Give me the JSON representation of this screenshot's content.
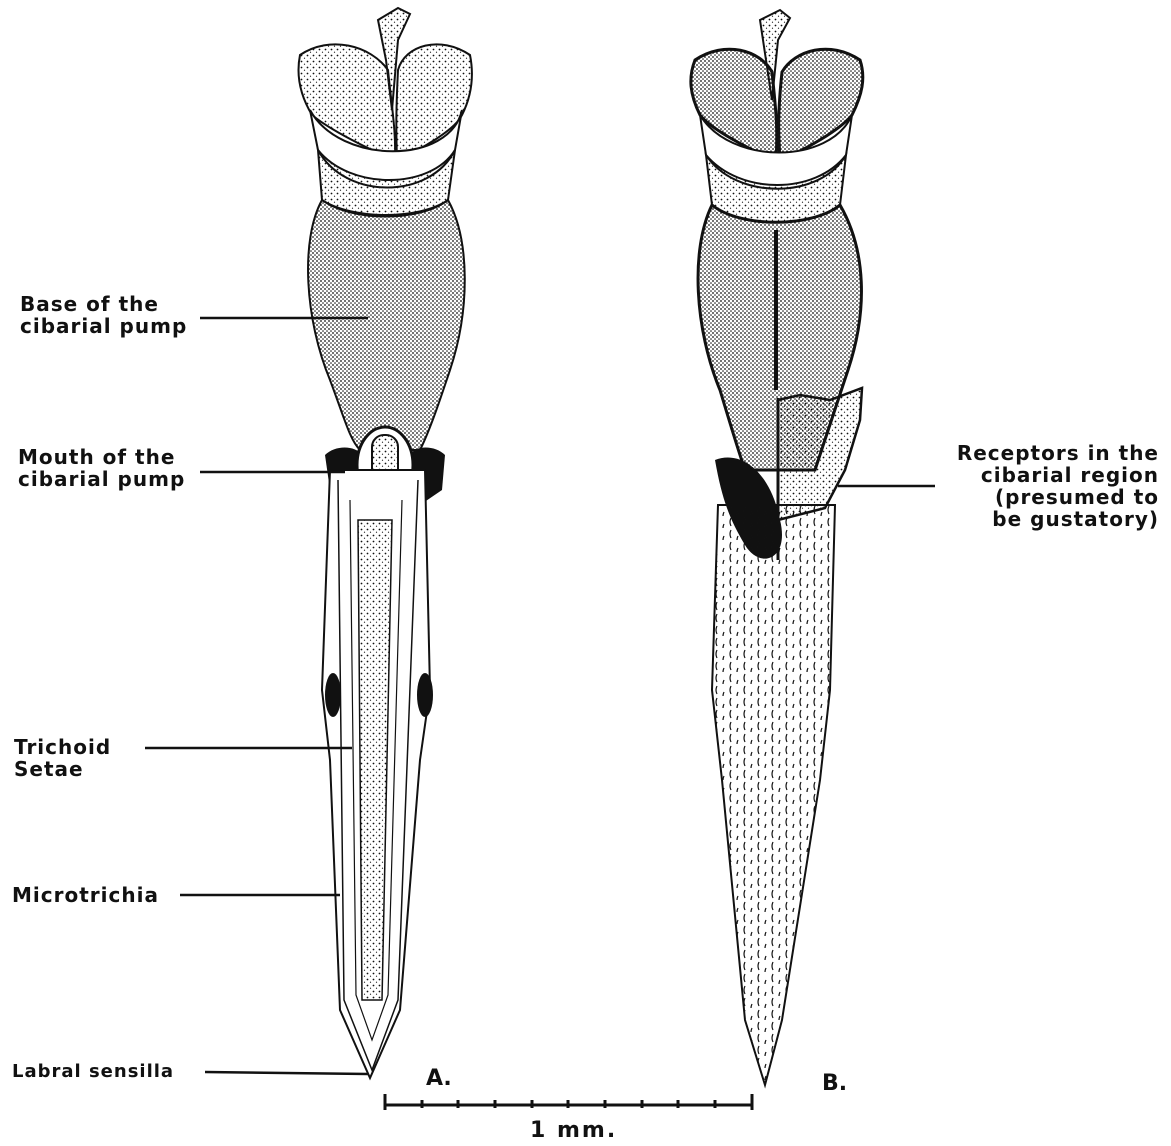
{
  "labels": {
    "base_cibarial": "Base of the\ncibarial pump",
    "mouth_cibarial": "Mouth of the\ncibarial pump",
    "trichoid": "Trichoid\nSetae",
    "microtrichia": "Microtrichia",
    "labral": "Labral sensilla",
    "receptors": "Receptors in the\ncibarial region\n(presumed to\nbe gustatory)"
  },
  "panels": {
    "a": "A.",
    "b": "B."
  },
  "scale": {
    "label": "1 mm."
  },
  "colors": {
    "ink": "#111111",
    "paper": "#ffffff"
  }
}
